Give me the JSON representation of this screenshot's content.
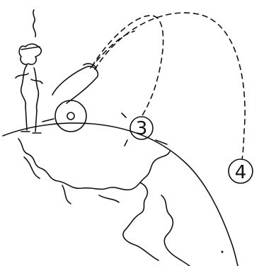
{
  "markers": [
    {
      "id": "marker-3",
      "label": "3"
    },
    {
      "id": "marker-4",
      "label": "4"
    }
  ]
}
